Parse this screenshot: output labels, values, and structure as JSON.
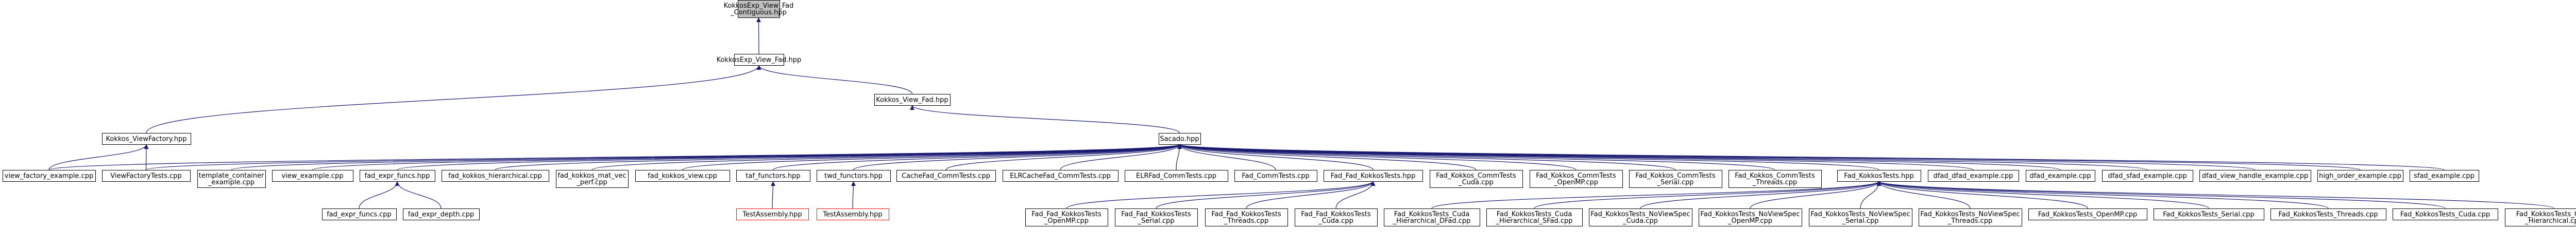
{
  "graph": {
    "nodes": [
      {
        "id": "root",
        "lines": [
          "KokkosExp_View_Fad",
          "_Contiguous.hpp"
        ],
        "style": "root"
      },
      {
        "id": "kev_fad",
        "lines": [
          "KokkosExp_View_Fad.hpp"
        ],
        "style": "normal"
      },
      {
        "id": "kokkos_viewfactory",
        "lines": [
          "Kokkos_ViewFactory.hpp"
        ],
        "style": "normal"
      },
      {
        "id": "kokkos_view_fad",
        "lines": [
          "Kokkos_View_Fad.hpp"
        ],
        "style": "normal"
      },
      {
        "id": "sacado",
        "lines": [
          "Sacado.hpp"
        ],
        "style": "normal"
      },
      {
        "id": "view_factory_example",
        "lines": [
          "view_factory_example.cpp"
        ],
        "style": "normal"
      },
      {
        "id": "viewfactorytests",
        "lines": [
          "ViewFactoryTests.cpp"
        ],
        "style": "normal"
      },
      {
        "id": "template_container",
        "lines": [
          "template_container",
          "_example.cpp"
        ],
        "style": "normal"
      },
      {
        "id": "view_example",
        "lines": [
          "view_example.cpp"
        ],
        "style": "normal"
      },
      {
        "id": "fad_expr_funcs_hpp",
        "lines": [
          "fad_expr_funcs.hpp"
        ],
        "style": "normal"
      },
      {
        "id": "fad_kokkos_hierarchical",
        "lines": [
          "fad_kokkos_hierarchical.cpp"
        ],
        "style": "normal"
      },
      {
        "id": "fad_kokkos_mat_vec",
        "lines": [
          "fad_kokkos_mat_vec",
          "_perf.cpp"
        ],
        "style": "normal"
      },
      {
        "id": "fad_kokkos_view",
        "lines": [
          "fad_kokkos_view.cpp"
        ],
        "style": "normal"
      },
      {
        "id": "fad_expr_funcs_cpp",
        "lines": [
          "fad_expr_funcs.cpp"
        ],
        "style": "normal"
      },
      {
        "id": "fad_expr_depth",
        "lines": [
          "fad_expr_depth.cpp"
        ],
        "style": "normal"
      },
      {
        "id": "taf_functors",
        "lines": [
          "taf_functors.hpp"
        ],
        "style": "normal"
      },
      {
        "id": "testassembly1",
        "lines": [
          "TestAssembly.hpp"
        ],
        "style": "red"
      },
      {
        "id": "twd_functors",
        "lines": [
          "twd_functors.hpp"
        ],
        "style": "normal"
      },
      {
        "id": "testassembly2",
        "lines": [
          "TestAssembly.hpp"
        ],
        "style": "red"
      },
      {
        "id": "cachefad_commtests",
        "lines": [
          "CacheFad_CommTests.cpp"
        ],
        "style": "normal"
      },
      {
        "id": "elrcachefad_commtests",
        "lines": [
          "ELRCacheFad_CommTests.cpp"
        ],
        "style": "normal"
      },
      {
        "id": "elrfad_commtests",
        "lines": [
          "ELRFad_CommTests.cpp"
        ],
        "style": "normal"
      },
      {
        "id": "fad_commtests",
        "lines": [
          "Fad_CommTests.cpp"
        ],
        "style": "normal"
      },
      {
        "id": "fad_fad_kokkostests",
        "lines": [
          "Fad_Fad_KokkosTests.hpp"
        ],
        "style": "normal"
      },
      {
        "id": "ffk_openmp",
        "lines": [
          "Fad_Fad_KokkosTests",
          "_OpenMP.cpp"
        ],
        "style": "normal"
      },
      {
        "id": "ffk_serial",
        "lines": [
          "Fad_Fad_KokkosTests",
          "_Serial.cpp"
        ],
        "style": "normal"
      },
      {
        "id": "ffk_threads",
        "lines": [
          "Fad_Fad_KokkosTests",
          "_Threads.cpp"
        ],
        "style": "normal"
      },
      {
        "id": "ffk_cuda",
        "lines": [
          "Fad_Fad_KokkosTests",
          "_Cuda.cpp"
        ],
        "style": "normal"
      },
      {
        "id": "fk_comm_cuda",
        "lines": [
          "Fad_Kokkos_CommTests",
          "_Cuda.cpp"
        ],
        "style": "normal"
      },
      {
        "id": "fk_comm_openmp",
        "lines": [
          "Fad_Kokkos_CommTests",
          "_OpenMP.cpp"
        ],
        "style": "normal"
      },
      {
        "id": "fk_comm_serial",
        "lines": [
          "Fad_Kokkos_CommTests",
          "_Serial.cpp"
        ],
        "style": "normal"
      },
      {
        "id": "fk_comm_threads",
        "lines": [
          "Fad_Kokkos_CommTests",
          "_Threads.cpp"
        ],
        "style": "normal"
      },
      {
        "id": "fad_kokkostests",
        "lines": [
          "Fad_KokkosTests.hpp"
        ],
        "style": "normal"
      },
      {
        "id": "fkt_cuda_hier_dfad",
        "lines": [
          "Fad_KokkosTests_Cuda",
          "_Hierarchical_DFad.cpp"
        ],
        "style": "normal"
      },
      {
        "id": "fkt_cuda_hier_sfad",
        "lines": [
          "Fad_KokkosTests_Cuda",
          "_Hierarchical_SFad.cpp"
        ],
        "style": "normal"
      },
      {
        "id": "fkt_noviewspec_cuda",
        "lines": [
          "Fad_KokkosTests_NoViewSpec",
          "_Cuda.cpp"
        ],
        "style": "normal"
      },
      {
        "id": "fkt_noviewspec_openmp",
        "lines": [
          "Fad_KokkosTests_NoViewSpec",
          "_OpenMP.cpp"
        ],
        "style": "normal"
      },
      {
        "id": "fkt_noviewspec_serial",
        "lines": [
          "Fad_KokkosTests_NoViewSpec",
          "_Serial.cpp"
        ],
        "style": "normal"
      },
      {
        "id": "fkt_noviewspec_threads",
        "lines": [
          "Fad_KokkosTests_NoViewSpec",
          "_Threads.cpp"
        ],
        "style": "normal"
      },
      {
        "id": "fkt_openmp",
        "lines": [
          "Fad_KokkosTests_OpenMP.cpp"
        ],
        "style": "normal"
      },
      {
        "id": "fkt_serial",
        "lines": [
          "Fad_KokkosTests_Serial.cpp"
        ],
        "style": "normal"
      },
      {
        "id": "fkt_threads",
        "lines": [
          "Fad_KokkosTests_Threads.cpp"
        ],
        "style": "normal"
      },
      {
        "id": "fkt_cuda",
        "lines": [
          "Fad_KokkosTests_Cuda.cpp"
        ],
        "style": "normal"
      },
      {
        "id": "fkt_cuda_hier",
        "lines": [
          "Fad_KokkosTests_Cuda",
          "_Hierarchical.cpp"
        ],
        "style": "normal"
      },
      {
        "id": "dfad_dfad_example",
        "lines": [
          "dfad_dfad_example.cpp"
        ],
        "style": "normal"
      },
      {
        "id": "dfad_example",
        "lines": [
          "dfad_example.cpp"
        ],
        "style": "normal"
      },
      {
        "id": "dfad_sfad_example",
        "lines": [
          "dfad_sfad_example.cpp"
        ],
        "style": "normal"
      },
      {
        "id": "dfad_view_handle_example",
        "lines": [
          "dfad_view_handle_example.cpp"
        ],
        "style": "normal"
      },
      {
        "id": "high_order_example",
        "lines": [
          "high_order_example.cpp"
        ],
        "style": "normal"
      },
      {
        "id": "sfad_example",
        "lines": [
          "sfad_example.cpp"
        ],
        "style": "normal"
      }
    ],
    "edges": [
      [
        "root",
        "kev_fad"
      ],
      [
        "kev_fad",
        "kokkos_viewfactory"
      ],
      [
        "kev_fad",
        "kokkos_view_fad"
      ],
      [
        "kokkos_viewfactory",
        "view_factory_example"
      ],
      [
        "kokkos_viewfactory",
        "viewfactorytests"
      ],
      [
        "kokkos_view_fad",
        "sacado"
      ],
      [
        "sacado",
        "view_factory_example"
      ],
      [
        "sacado",
        "viewfactorytests"
      ],
      [
        "sacado",
        "template_container"
      ],
      [
        "sacado",
        "view_example"
      ],
      [
        "sacado",
        "fad_expr_funcs_hpp"
      ],
      [
        "sacado",
        "fad_kokkos_hierarchical"
      ],
      [
        "sacado",
        "fad_kokkos_mat_vec"
      ],
      [
        "sacado",
        "fad_kokkos_view"
      ],
      [
        "sacado",
        "taf_functors"
      ],
      [
        "sacado",
        "twd_functors"
      ],
      [
        "sacado",
        "cachefad_commtests"
      ],
      [
        "sacado",
        "elrcachefad_commtests"
      ],
      [
        "sacado",
        "elrfad_commtests"
      ],
      [
        "sacado",
        "fad_commtests"
      ],
      [
        "sacado",
        "fad_fad_kokkostests"
      ],
      [
        "sacado",
        "fk_comm_cuda"
      ],
      [
        "sacado",
        "fk_comm_openmp"
      ],
      [
        "sacado",
        "fk_comm_serial"
      ],
      [
        "sacado",
        "fk_comm_threads"
      ],
      [
        "sacado",
        "fad_kokkostests"
      ],
      [
        "sacado",
        "dfad_dfad_example"
      ],
      [
        "sacado",
        "dfad_example"
      ],
      [
        "sacado",
        "dfad_sfad_example"
      ],
      [
        "sacado",
        "dfad_view_handle_example"
      ],
      [
        "sacado",
        "high_order_example"
      ],
      [
        "sacado",
        "sfad_example"
      ],
      [
        "fad_expr_funcs_hpp",
        "fad_expr_funcs_cpp"
      ],
      [
        "fad_expr_funcs_hpp",
        "fad_expr_depth"
      ],
      [
        "taf_functors",
        "testassembly1"
      ],
      [
        "twd_functors",
        "testassembly2"
      ],
      [
        "fad_fad_kokkostests",
        "ffk_openmp"
      ],
      [
        "fad_fad_kokkostests",
        "ffk_serial"
      ],
      [
        "fad_fad_kokkostests",
        "ffk_threads"
      ],
      [
        "fad_fad_kokkostests",
        "ffk_cuda"
      ],
      [
        "fad_kokkostests",
        "fkt_cuda_hier_dfad"
      ],
      [
        "fad_kokkostests",
        "fkt_cuda_hier_sfad"
      ],
      [
        "fad_kokkostests",
        "fkt_noviewspec_cuda"
      ],
      [
        "fad_kokkostests",
        "fkt_noviewspec_openmp"
      ],
      [
        "fad_kokkostests",
        "fkt_noviewspec_serial"
      ],
      [
        "fad_kokkostests",
        "fkt_noviewspec_threads"
      ],
      [
        "fad_kokkostests",
        "fkt_openmp"
      ],
      [
        "fad_kokkostests",
        "fkt_serial"
      ],
      [
        "fad_kokkostests",
        "fkt_threads"
      ],
      [
        "fad_kokkostests",
        "fkt_cuda"
      ],
      [
        "fad_kokkostests",
        "fkt_cuda_hier"
      ]
    ],
    "colors": {
      "edge": "#191970",
      "node_border": "#000000",
      "node_fill": "#ffffff",
      "root_fill": "#bfbfbf",
      "red_border": "#ff0000"
    }
  }
}
